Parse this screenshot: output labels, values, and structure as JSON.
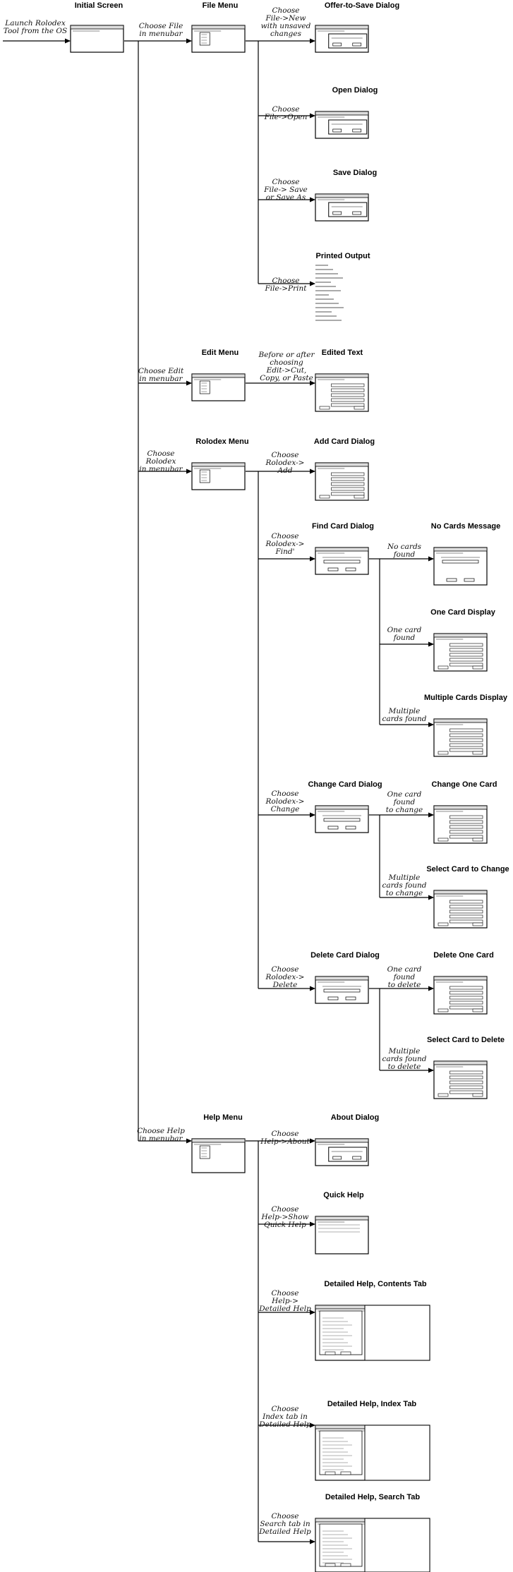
{
  "start_label": [
    "Launch Rolodex",
    "Tool from the OS"
  ],
  "screens": {
    "initial": "Initial Screen",
    "file_menu": "File Menu",
    "offer_save": "Offer-to-Save Dialog",
    "open_dialog": "Open Dialog",
    "save_dialog": "Save Dialog",
    "printed_output": "Printed Output",
    "edit_menu": "Edit Menu",
    "edited_text": "Edited Text",
    "rolodex_menu": "Rolodex Menu",
    "add_card": "Add Card Dialog",
    "find_card": "Find Card Dialog",
    "no_cards": "No Cards Message",
    "one_card_display": "One Card Display",
    "multi_cards_display": "Multiple Cards Display",
    "change_card": "Change Card Dialog",
    "change_one": "Change One Card",
    "select_change": "Select Card to Change",
    "delete_card": "Delete Card Dialog",
    "delete_one": "Delete One Card",
    "select_delete": "Select Card to Delete",
    "help_menu": "Help Menu",
    "about": "About Dialog",
    "quick_help": "Quick Help",
    "help_contents": "Detailed Help, Contents Tab",
    "help_index": "Detailed Help, Index Tab",
    "help_search": "Detailed Help, Search Tab"
  },
  "edges": {
    "choose_file": [
      "Choose File",
      "in menubar"
    ],
    "file_new": [
      "Choose",
      "File->New",
      "with unsaved",
      "changes"
    ],
    "file_open": [
      "Choose",
      "File->Open"
    ],
    "file_save": [
      "Choose",
      "File-> Save",
      "or Save As"
    ],
    "file_print": [
      "Choose",
      "File->Print"
    ],
    "choose_edit": [
      "Choose Edit",
      "in menubar"
    ],
    "edit_ops": [
      "Before or after",
      "choosing",
      "Edit->Cut,",
      "Copy, or Paste"
    ],
    "choose_rolodex": [
      "Choose",
      "Rolodex",
      "in menubar"
    ],
    "rolodex_add": [
      "Choose",
      "Rolodex->",
      "Add"
    ],
    "rolodex_find": [
      "Choose",
      "Rolodex->",
      "Find'"
    ],
    "no_cards_found": [
      "No cards",
      "found"
    ],
    "one_card_found": [
      "One card",
      "found"
    ],
    "multi_cards_found": [
      "Multiple",
      "cards found"
    ],
    "rolodex_change": [
      "Choose",
      "Rolodex->",
      "Change"
    ],
    "one_card_change": [
      "One card",
      "found",
      "to change"
    ],
    "multi_cards_change": [
      "Multiple",
      "cards found",
      "to change"
    ],
    "rolodex_delete": [
      "Choose",
      "Rolodex->",
      "Delete"
    ],
    "one_card_delete": [
      "One card",
      "found",
      "to delete"
    ],
    "multi_cards_delete": [
      "Multiple",
      "cards found",
      "to delete"
    ],
    "choose_help": [
      "Choose Help",
      "in menubar"
    ],
    "help_about": [
      "Choose",
      "Help->About"
    ],
    "help_quick": [
      "Choose",
      "Help->Show",
      "Quick Help"
    ],
    "help_detailed": [
      "Choose",
      "Help->",
      "Detailed Help"
    ],
    "help_index_tab": [
      "Choose",
      "Index tab in",
      "Detailed Help"
    ],
    "help_search_tab": [
      "Choose",
      "Search tab in",
      "Detailed Help"
    ]
  }
}
